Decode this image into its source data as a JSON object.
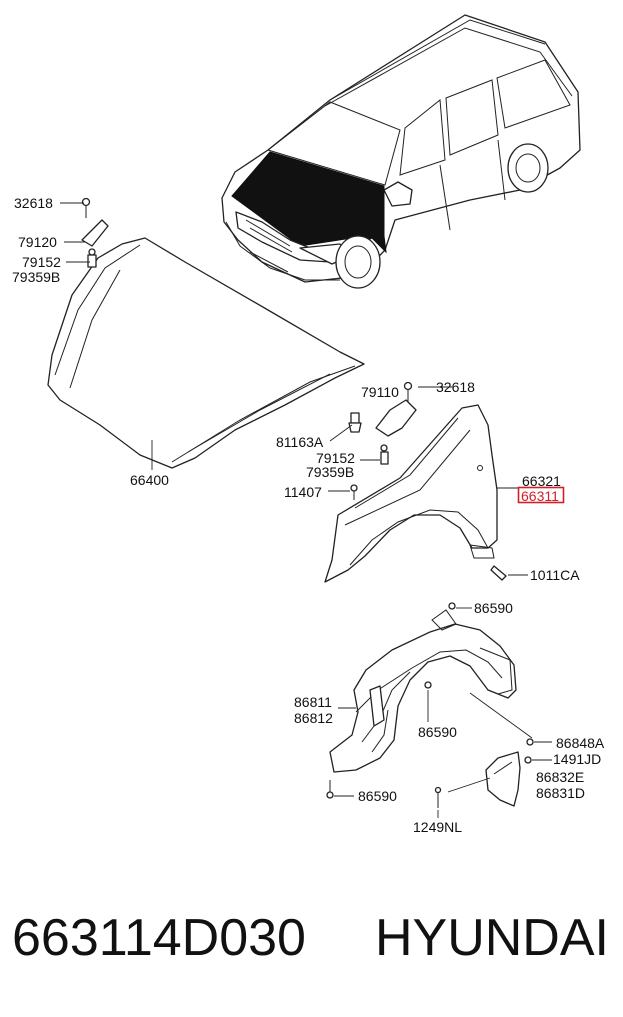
{
  "labels": {
    "l_32618_a": "32618",
    "l_79120": "79120",
    "l_79152_a": "79152",
    "l_79359b_a": "79359B",
    "l_66400": "66400",
    "l_79110": "79110",
    "l_32618_b": "32618",
    "l_81163a": "81163A",
    "l_79152_b": "79152",
    "l_79359b_b": "79359B",
    "l_11407": "11407",
    "l_66321": "66321",
    "l_66311": "66311",
    "l_1011ca": "1011CA",
    "l_86590_a": "86590",
    "l_86811": "86811",
    "l_86812": "86812",
    "l_86590_b": "86590",
    "l_86848a": "86848A",
    "l_1491jd": "1491JD",
    "l_86832e": "86832E",
    "l_86831d": "86831D",
    "l_86590_c": "86590",
    "l_1249nl": "1249NL"
  },
  "footer": {
    "part_number": "663114D030",
    "brand": "HYUNDAI"
  },
  "colors": {
    "highlight": "#d0202a",
    "ink": "#222222"
  }
}
